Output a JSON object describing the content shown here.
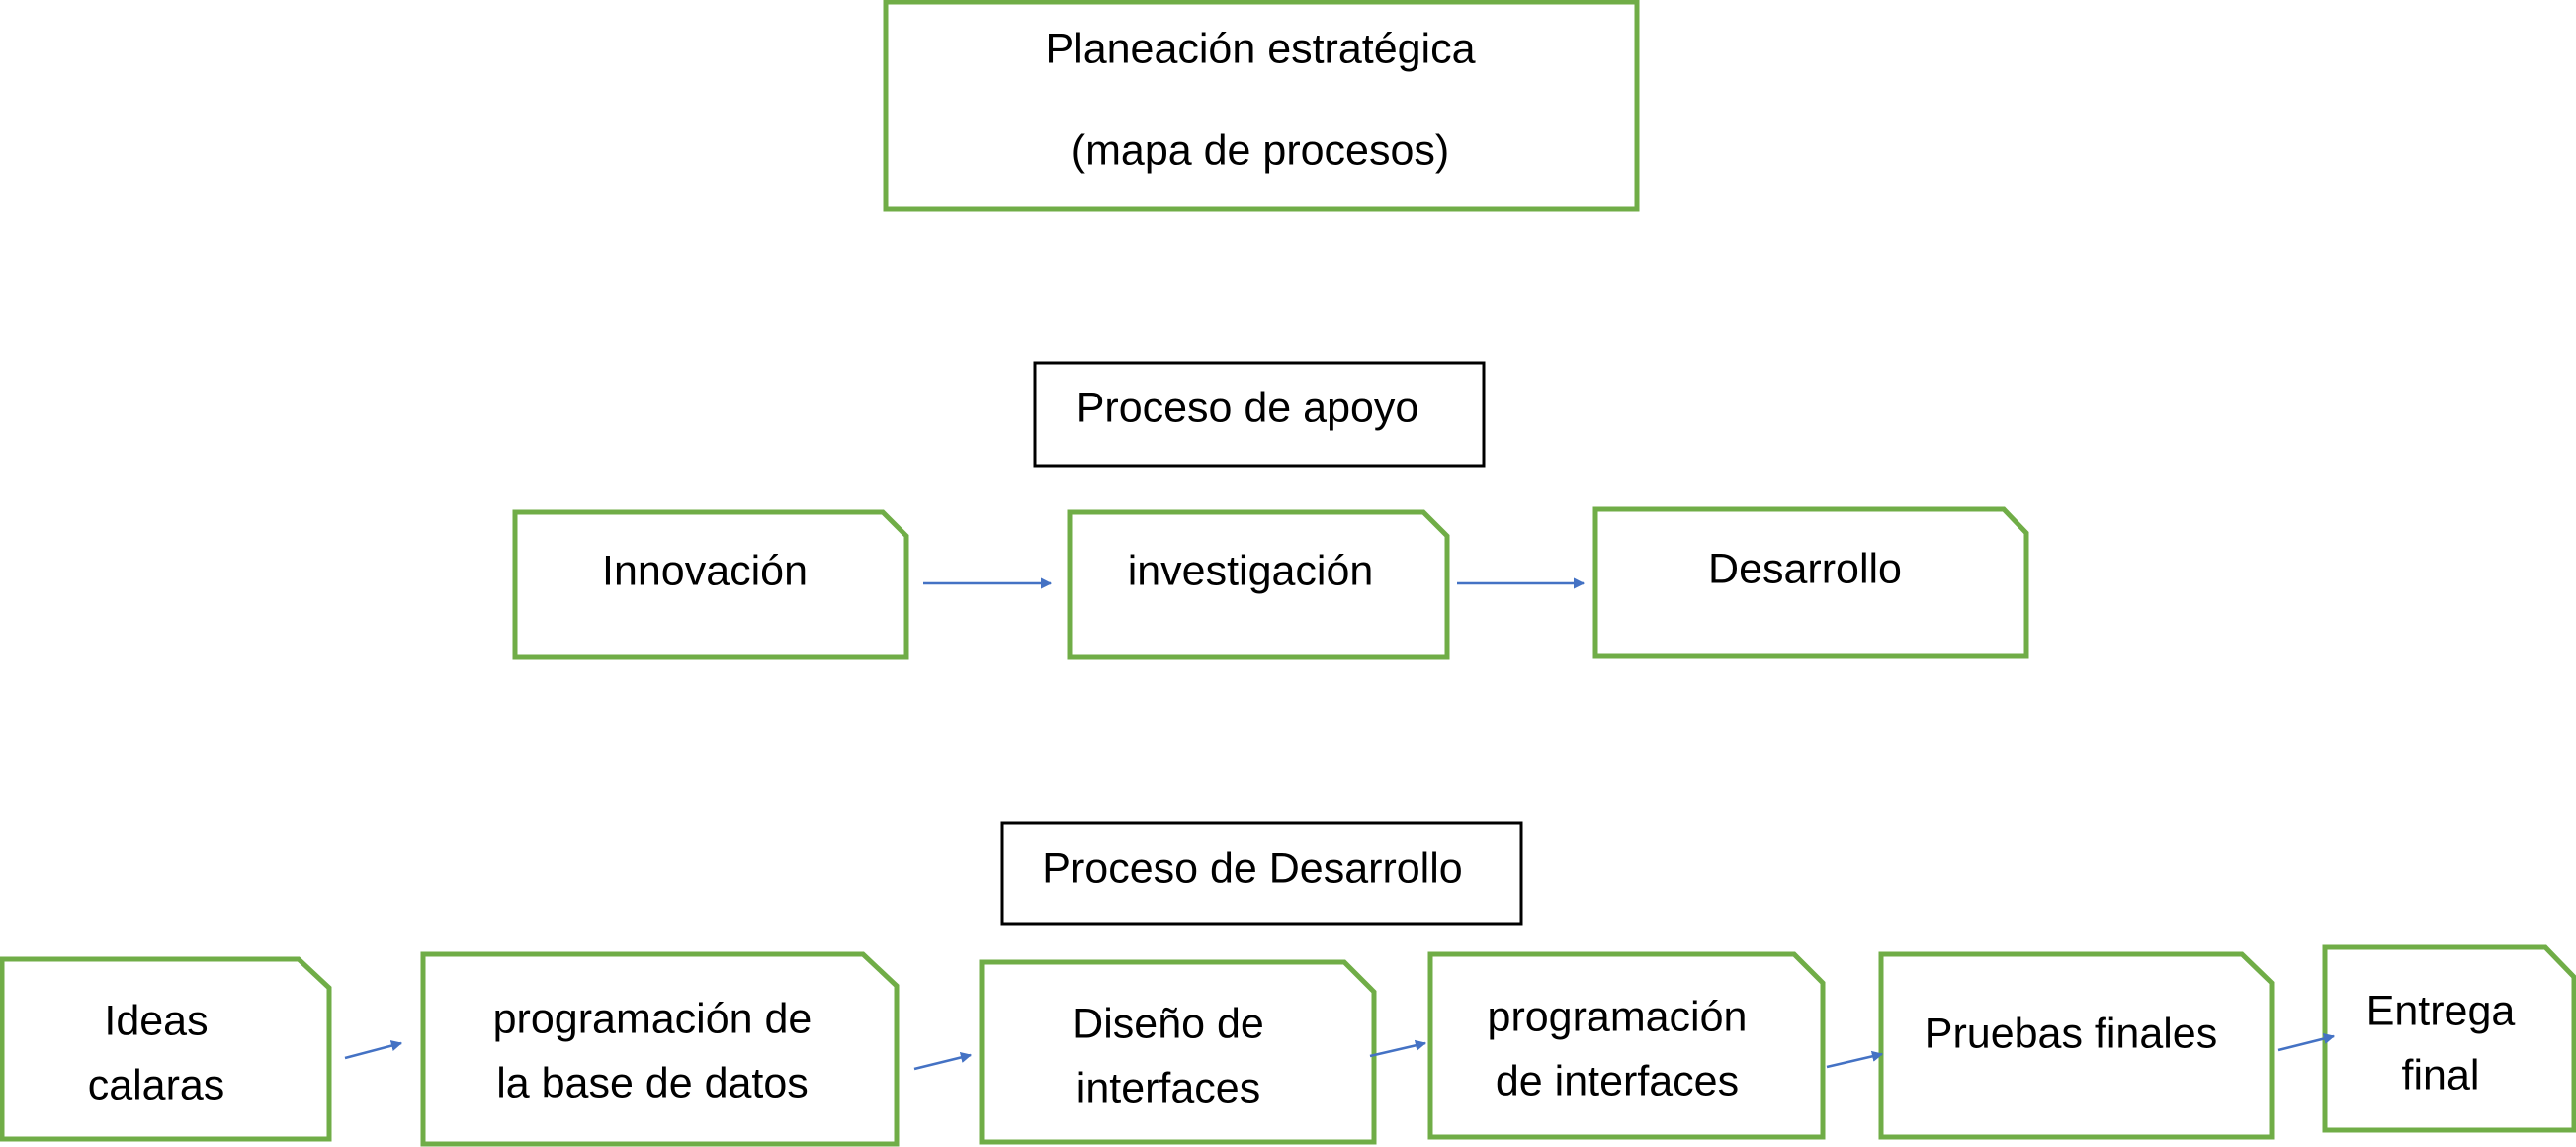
{
  "colors": {
    "green_border": "#70AD47",
    "black_border": "#000000",
    "arrow": "#4472C4",
    "text": "#000000",
    "background": "#FFFFFF"
  },
  "top": {
    "lines": [
      "Planeación estratégica",
      "(mapa de procesos)"
    ]
  },
  "support": {
    "title": "Proceso de apoyo",
    "steps": [
      {
        "lines": [
          "Innovación"
        ]
      },
      {
        "lines": [
          "investigación"
        ]
      },
      {
        "lines": [
          "Desarrollo"
        ]
      }
    ]
  },
  "development": {
    "title": "Proceso de Desarrollo",
    "steps": [
      {
        "lines": [
          "Ideas",
          "calaras"
        ]
      },
      {
        "lines": [
          "programación de",
          "la base de datos"
        ]
      },
      {
        "lines": [
          "Diseño de",
          "interfaces"
        ]
      },
      {
        "lines": [
          "programación",
          "de interfaces"
        ]
      },
      {
        "lines": [
          "Pruebas finales"
        ]
      },
      {
        "lines": [
          "Entrega",
          "final"
        ]
      }
    ]
  }
}
